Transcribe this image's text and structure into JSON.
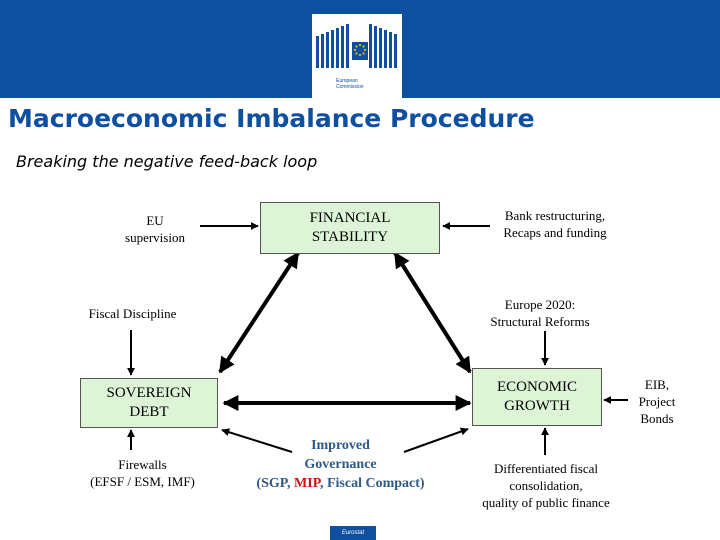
{
  "header": {
    "brand_color": "#0f4fa0",
    "logo_line1": "European",
    "logo_line2": "Commission",
    "logo_icon": "european-commission-logo"
  },
  "title": "Macroeconomic Imbalance Procedure",
  "subtitle": "Breaking the negative feed-back loop",
  "nodes": {
    "financial_stability": {
      "line1": "FINANCIAL",
      "line2": "STABILITY"
    },
    "sovereign_debt": {
      "line1": "SOVEREIGN",
      "line2": "DEBT"
    },
    "economic_growth": {
      "line1": "ECONOMIC",
      "line2": "GROWTH"
    }
  },
  "labels": {
    "eu_supervision": {
      "line1": "EU",
      "line2": "supervision"
    },
    "bank_restructuring": {
      "line1": "Bank restructuring,",
      "line2": "Recaps and funding"
    },
    "fiscal_discipline": "Fiscal Discipline",
    "europe_2020": {
      "line1": "Europe 2020:",
      "line2": "Structural Reforms"
    },
    "eib": {
      "line1": "EIB,",
      "line2": "Project",
      "line3": "Bonds"
    },
    "firewalls": {
      "line1": "Firewalls",
      "line2": "(EFSF / ESM, IMF)"
    },
    "improved_governance": {
      "line1": "Improved",
      "line2": "Governance",
      "line3_prefix": "(SGP, ",
      "line3_mip": "MIP",
      "line3_suffix": ", Fiscal Compact)"
    },
    "differentiated": {
      "line1": "Differentiated fiscal",
      "line2": "consolidation,",
      "line3": "quality of public finance"
    }
  },
  "footer": {
    "eurostat": "Eurostat"
  },
  "colors": {
    "box_fill": "#ddf4d6",
    "governance_text": "#2e5a87",
    "mip_highlight": "#cc1111"
  }
}
